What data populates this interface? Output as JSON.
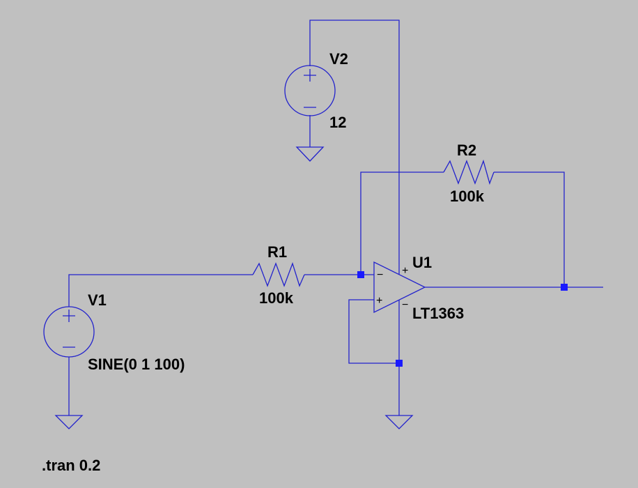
{
  "schematic": {
    "v2": {
      "name": "V2",
      "value": "12"
    },
    "r2": {
      "name": "R2",
      "value": "100k"
    },
    "r1": {
      "name": "R1",
      "value": "100k"
    },
    "v1": {
      "name": "V1",
      "value": "SINE(0 1 100)"
    },
    "u1": {
      "name": "U1",
      "part": "LT1363"
    },
    "directive": ".tran 0.2",
    "opamp_pins": {
      "plus": "+",
      "minus": "−"
    }
  },
  "colors": {
    "background": "#c0c0c0",
    "wire": "#2222cc",
    "junction": "#1a1aff",
    "text": "#000000"
  }
}
